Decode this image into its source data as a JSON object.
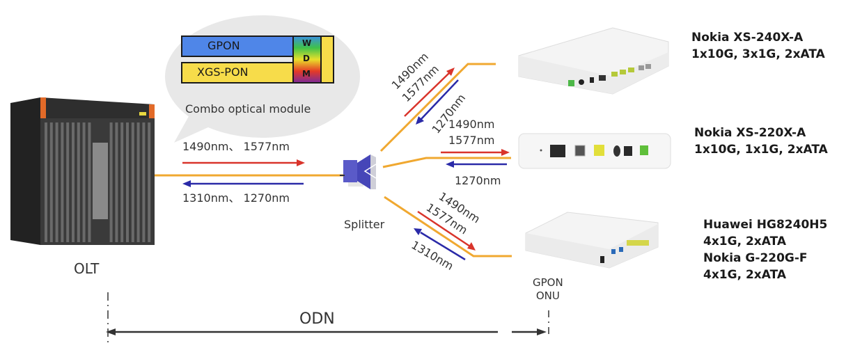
{
  "diagram": {
    "title": "PON network topology",
    "olt": {
      "label": "OLT"
    },
    "combo_module": {
      "caption": "Combo optical module",
      "blocks": [
        "GPON",
        "XGS-PON"
      ],
      "wdm_letters": [
        "W",
        "D",
        "M"
      ]
    },
    "trunk": {
      "downstream_label": "1490nm、 1577nm",
      "upstream_label": "1310nm、 1270nm"
    },
    "splitter": {
      "label": "Splitter"
    },
    "branches": [
      {
        "downstream_lines": [
          "1490nm",
          "1577nm"
        ],
        "upstream_lines": [
          "1270nm"
        ],
        "device": {
          "name": "Nokia XS-240X-A",
          "spec": "1x10G, 3x1G, 2xATA"
        }
      },
      {
        "downstream_lines": [
          "1490nm",
          "1577nm"
        ],
        "upstream_lines": [
          "1270nm"
        ],
        "device": {
          "name": "Nokia XS-220X-A",
          "spec": "1x10G, 1x1G, 2xATA"
        }
      },
      {
        "downstream_lines": [
          "1490nm",
          "1577nm"
        ],
        "upstream_lines": [
          "1310nm"
        ],
        "devices": [
          {
            "name": "Huawei HG8240H5",
            "spec": "4x1G, 2xATA"
          },
          {
            "name": "Nokia G-220G-F",
            "spec": "4x1G, 2xATA"
          }
        ],
        "onu_label_lines": [
          "GPON",
          "ONU"
        ]
      }
    ],
    "odn": {
      "label": "ODN"
    },
    "colors": {
      "fiber": "#f0a830",
      "downstream": "#d9342b",
      "upstream": "#2a2aa8",
      "gpon_block": "#4f86e8",
      "xgspon_block": "#f7dc4a",
      "splitter": "#5a5ac8",
      "bubble": "#e6e6e6"
    }
  }
}
